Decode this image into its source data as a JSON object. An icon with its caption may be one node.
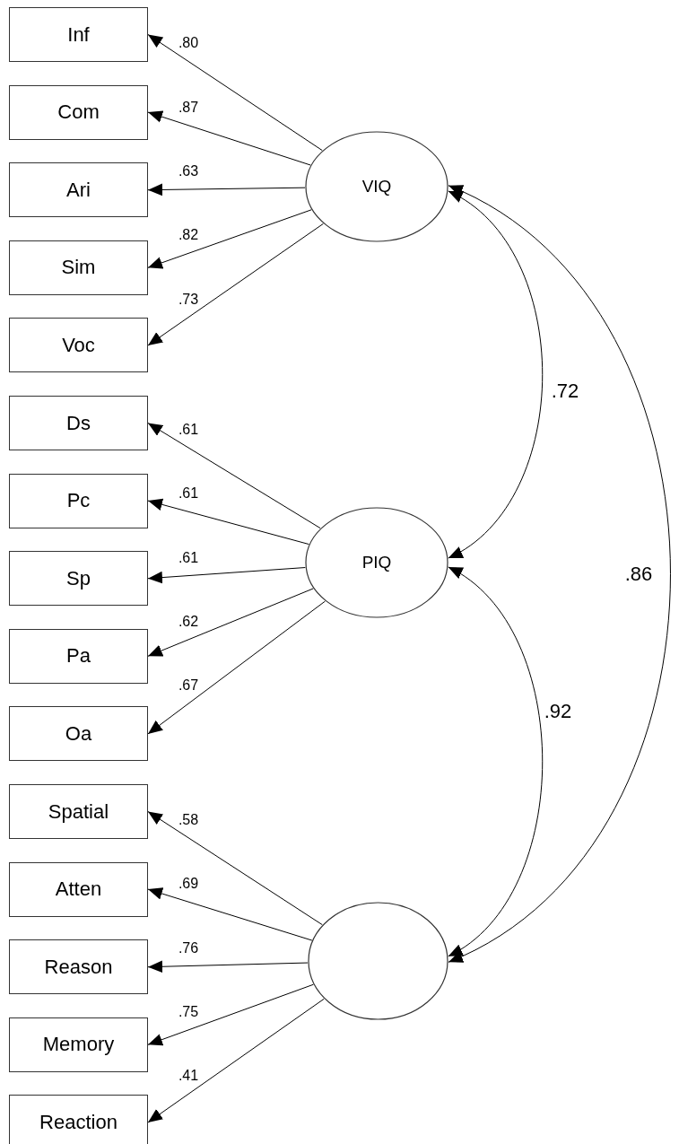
{
  "diagram": {
    "nodes": [
      {
        "text": [
          "Inf"
        ]
      },
      {
        "text": [
          "Com"
        ]
      },
      {
        "text": [
          "Ari"
        ]
      },
      {
        "text": [
          "Sim"
        ]
      },
      {
        "text": [
          "Voc"
        ]
      },
      {
        "text": [
          "Ds"
        ]
      },
      {
        "text": [
          "Pc"
        ]
      },
      {
        "text": [
          "Sp"
        ]
      },
      {
        "text": [
          "Pa"
        ]
      },
      {
        "text": [
          "Oa"
        ]
      },
      {
        "text": [
          "Spatial"
        ]
      },
      {
        "text": [
          "Atten"
        ]
      },
      {
        "text": [
          "Reason"
        ]
      },
      {
        "text": [
          "Memory"
        ]
      },
      {
        "text": [
          "Reaction"
        ]
      },
      {
        "text": [
          "VIQ"
        ]
      },
      {
        "text": [
          "PIQ"
        ]
      },
      {
        "text": [],
        "shape": "circle"
      }
    ],
    "edges": [
      {
        "from": 15,
        "to": 0,
        "arrow": "to",
        "label": ".80"
      },
      {
        "from": 15,
        "to": 1,
        "arrow": "to",
        "label": ".87"
      },
      {
        "from": 15,
        "to": 2,
        "arrow": "to",
        "label": ".63"
      },
      {
        "from": 15,
        "to": 3,
        "arrow": "to",
        "label": ".82"
      },
      {
        "from": 15,
        "to": 4,
        "arrow": "to",
        "label": ".73"
      },
      {
        "from": 16,
        "to": 5,
        "arrow": "to",
        "label": ".61"
      },
      {
        "from": 16,
        "to": 6,
        "arrow": "to",
        "label": ".61"
      },
      {
        "from": 16,
        "to": 7,
        "arrow": "to",
        "label": ".61"
      },
      {
        "from": 16,
        "to": 8,
        "arrow": "to",
        "label": ".62"
      },
      {
        "from": 16,
        "to": 9,
        "arrow": "to",
        "label": ".67"
      },
      {
        "from": 17,
        "to": 10,
        "arrow": "to",
        "label": ".58"
      },
      {
        "from": 17,
        "to": 11,
        "arrow": "to",
        "label": ".69"
      },
      {
        "from": 17,
        "to": 12,
        "arrow": "to",
        "label": ".76"
      },
      {
        "from": 17,
        "to": 13,
        "arrow": "to",
        "label": ".75"
      },
      {
        "from": 17,
        "to": 14,
        "arrow": "to",
        "label": ".41"
      },
      {
        "from": 15,
        "to": 16,
        "arrow": "both",
        "label": ".72"
      },
      {
        "from": 16,
        "to": 17,
        "arrow": "both",
        "label": ".92"
      },
      {
        "from": 15,
        "to": 17,
        "arrow": "both",
        "label": ".86"
      }
    ]
  }
}
